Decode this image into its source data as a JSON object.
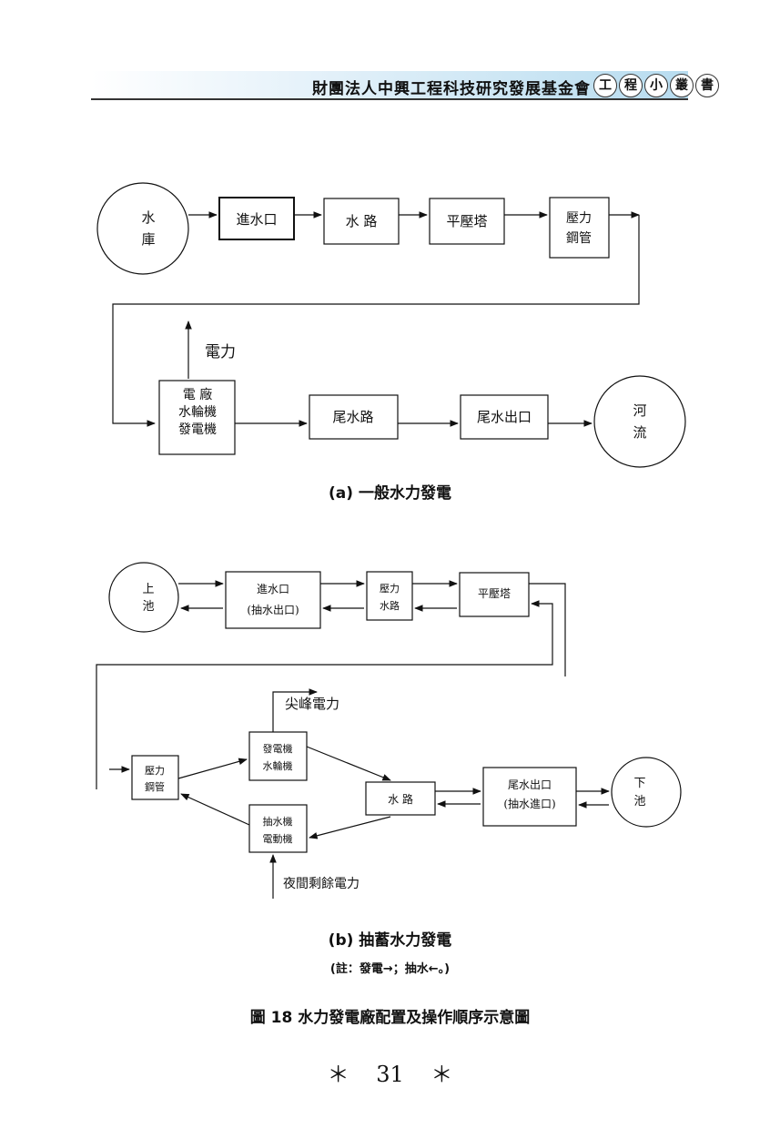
{
  "header": {
    "title": "財團法人中興工程科技研究發展基金會",
    "series": [
      "工",
      "程",
      "小",
      "叢",
      "書"
    ]
  },
  "diagram_a": {
    "nodes": {
      "reservoir": "水庫",
      "intake": "進水口",
      "waterway": "水 路",
      "surge_tank": "平壓塔",
      "penstock": "壓力鋼管",
      "generator": "電 廠 水輪機 發電機",
      "tailrace": "尾水路",
      "tailrace_outlet": "尾水出口",
      "river": "河流"
    },
    "output_label": "電力",
    "caption": "(a) 一般水力發電"
  },
  "diagram_b": {
    "nodes": {
      "upper_pond": "上池",
      "intake": "進水口",
      "intake_sub": "(抽水出口)",
      "pressure_waterway": "壓力水路",
      "surge_tank": "平壓塔",
      "penstock": "壓力鋼管",
      "turbine_generator": "發電機水輪機",
      "pump_motor": "抽水機電動機",
      "waterway": "水 路",
      "tailrace_outlet": "尾水出口",
      "tailrace_outlet_sub": "(抽水進口)",
      "lower_pond": "下池"
    },
    "peak_power_label": "尖峰電力",
    "night_power_label": "夜間剩餘電力",
    "caption": "(b) 抽蓄水力發電",
    "note": "(註：發電→；抽水←。)"
  },
  "figure_caption": "圖 18 水力發電廠配置及操作順序示意圖",
  "page_number": "＊ 31 ＊"
}
